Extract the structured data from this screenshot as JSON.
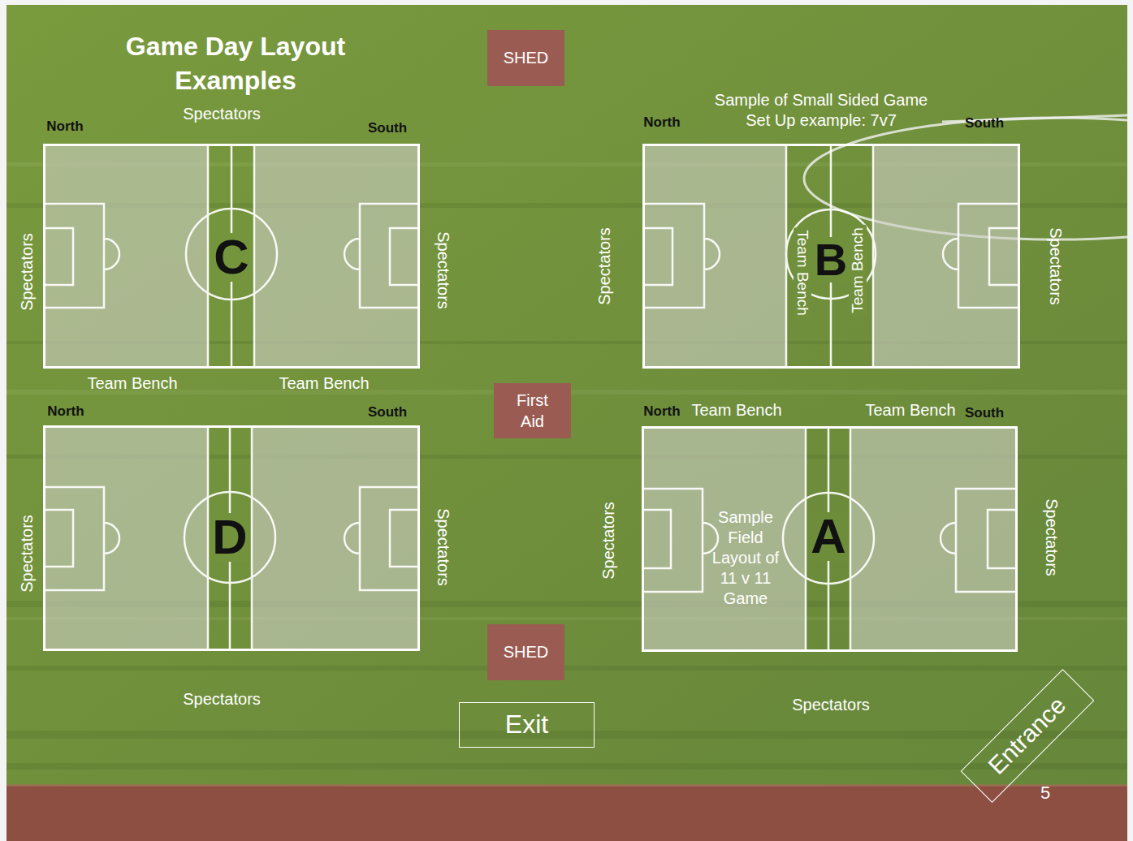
{
  "diagram": {
    "title": "Game Day Layout Examples",
    "nodes": [
      {
        "text": [
          "SHED"
        ]
      },
      {
        "text": [
          "C"
        ]
      },
      {
        "text": [
          "B",
          "Team Bench",
          "Team Bench"
        ]
      },
      {
        "text": [
          "First Aid"
        ]
      },
      {
        "text": [
          "D"
        ]
      },
      {
        "text": [
          "Sample Field Layout of 11 v 11 Game",
          "A"
        ]
      },
      {
        "text": [
          "SHED"
        ]
      },
      {
        "text": [
          "Exit"
        ]
      },
      {
        "text": [
          "Entrance"
        ]
      }
    ],
    "labels": [
      "Spectators",
      "North",
      "South",
      "Sample of Small Sided Game Set Up example: 7v7",
      "North",
      "South",
      "Spectators",
      "Spectators",
      "Spectators",
      "Spectators",
      "Team Bench",
      "Team Bench",
      "North",
      "South",
      "North",
      "Team Bench",
      "Team Bench",
      "South",
      "Spectators",
      "Spectators",
      "Spectators",
      "Spectators",
      "Spectators",
      "Spectators",
      "5"
    ]
  }
}
